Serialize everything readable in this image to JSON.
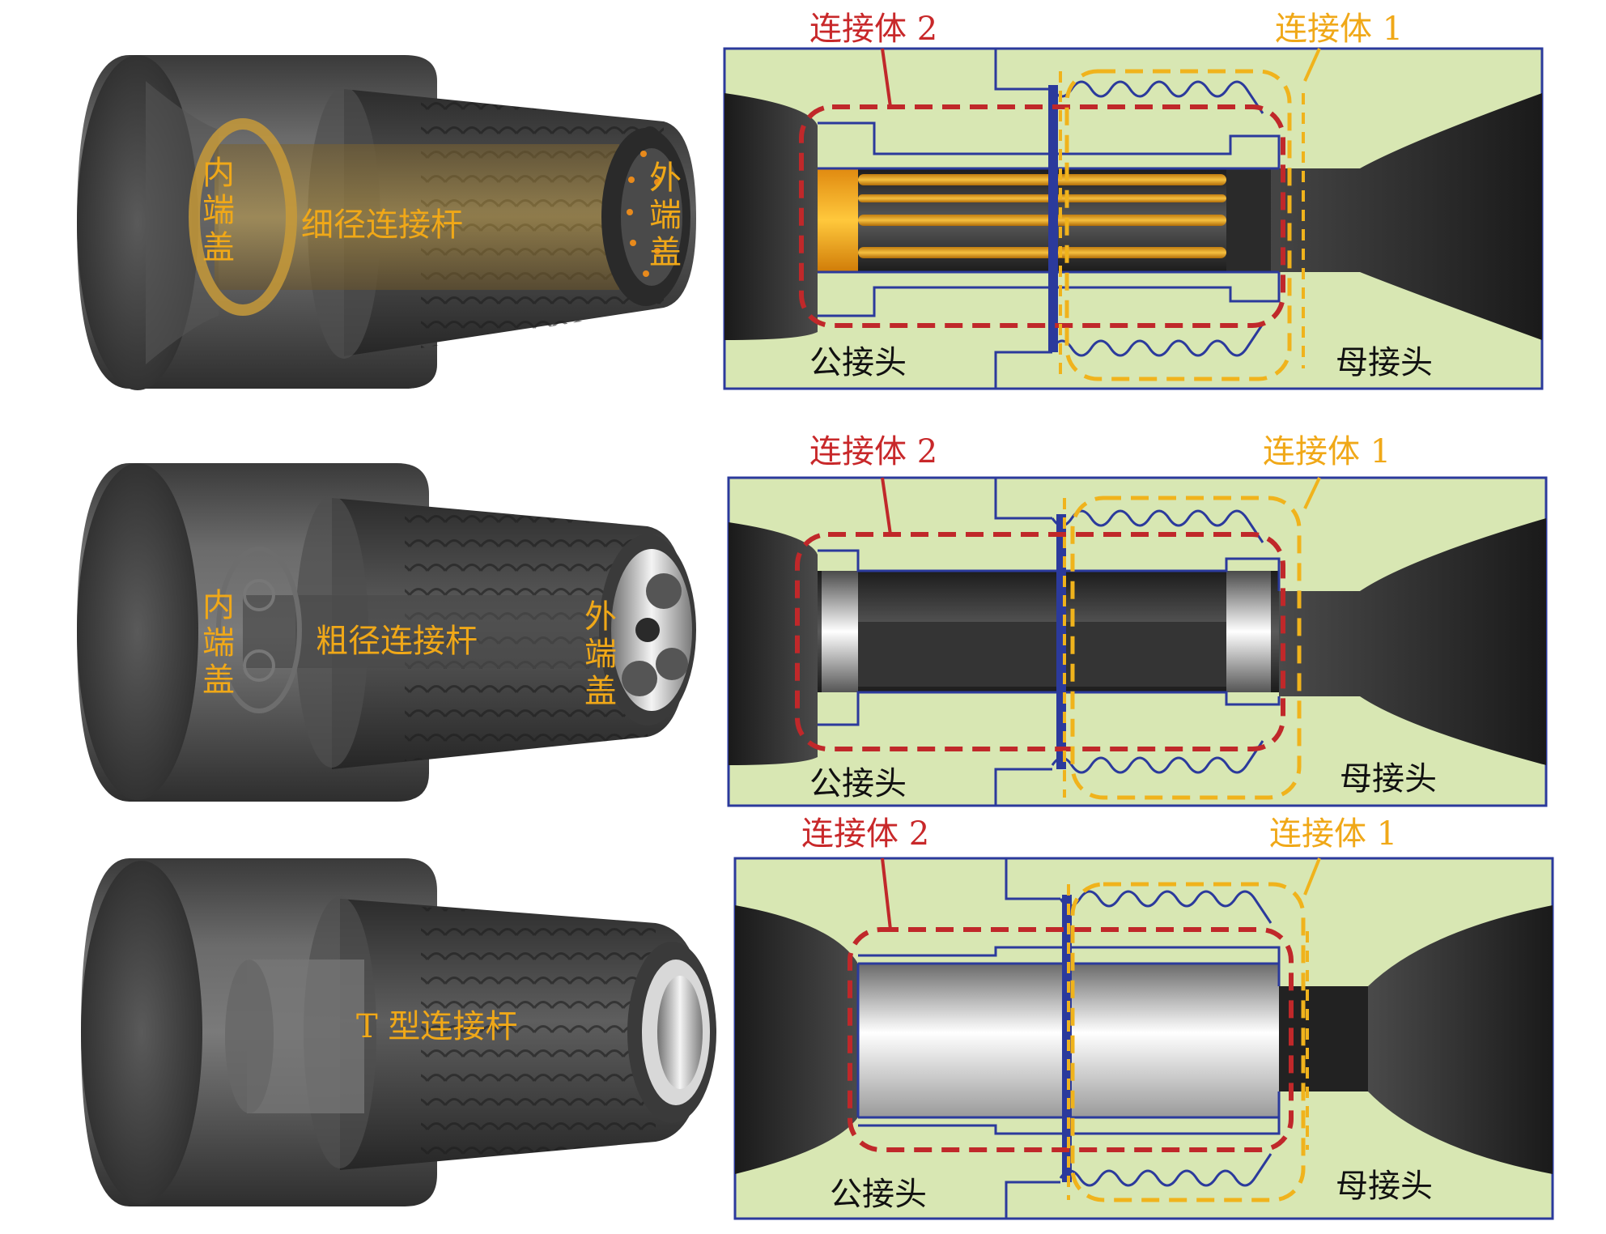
{
  "palette": {
    "green": "#d8e7b3",
    "blue": "#2b3a9c",
    "red": "#c0282a",
    "gold": "#f0b31c",
    "dark": "#3c3c3c",
    "rod": "#e8a020"
  },
  "labels": {
    "connector1": "连接体 1",
    "connector2": "连接体 2",
    "male_joint": "公接头",
    "female_joint": "母接头",
    "inner_cap": "内端盖",
    "outer_cap": "外端盖",
    "thin_rod": "细径连接杆",
    "thick_rod": "粗径连接杆",
    "t_rod": "T 型连接杆"
  }
}
